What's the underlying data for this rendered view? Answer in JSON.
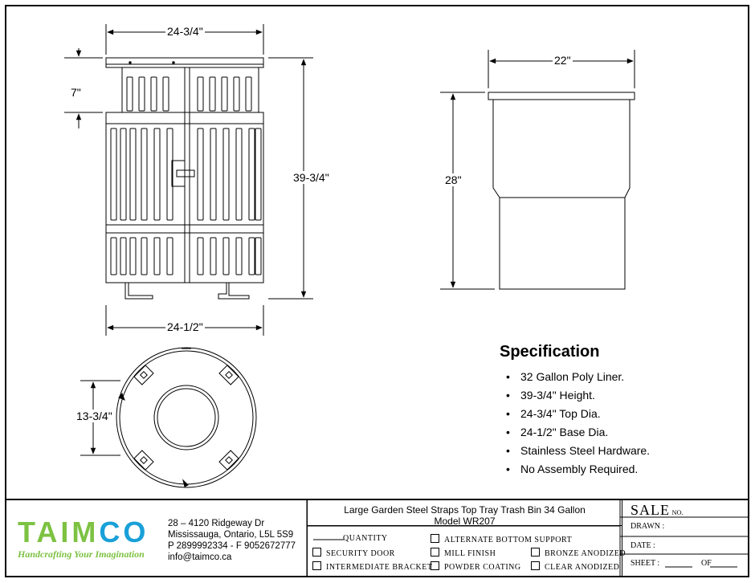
{
  "dimensions": {
    "front_top_width": "24-3/4\"",
    "front_top_height": "7\"",
    "front_total_height": "39-3/4\"",
    "front_base_width": "24-1/2\"",
    "liner_width": "22\"",
    "liner_height": "28\"",
    "plan_diameter": "13-3/4\""
  },
  "specification": {
    "heading": "Specification",
    "items": [
      "32 Gallon Poly Liner.",
      "39-3/4\" Height.",
      "24-3/4\" Top Dia.",
      "24-1/2\" Base Dia.",
      "Stainless Steel Hardware.",
      "No Assembly Required."
    ]
  },
  "company": {
    "logo_text_green": "T",
    "logo_text_mid": "AIM",
    "logo_text_blue": "CO",
    "tagline": "Handcrafting Your Imagination",
    "address_line1": "28 – 4120 Ridgeway Dr",
    "address_line2": "Mississauga, Ontario, L5L 5S9",
    "phone": "P 2899992334 - F 9052672777",
    "email": "info@taimco.ca"
  },
  "title_block": {
    "product_title": "Large Garden Steel Straps Top Tray Trash Bin 34 Gallon",
    "model": "Model WR207",
    "quantity_label": "QUANTITY",
    "options": [
      "SECURITY DOOR",
      "INTERMEDIATE BRACKET",
      "ALTERNATE BOTTOM SUPPORT",
      "MILL FINISH",
      "POWDER COATING",
      "BRONZE ANODIZED",
      "CLEAR ANODIZED"
    ],
    "sale_label": "SALE",
    "sale_no": "NO.",
    "drawn_label": "DRAWN :",
    "date_label": "DATE :",
    "sheet_label": "SHEET :",
    "of_label": "OF"
  },
  "colors": {
    "logo_green": "#7dc242",
    "logo_blue": "#1aa0d8",
    "line": "#000000"
  }
}
